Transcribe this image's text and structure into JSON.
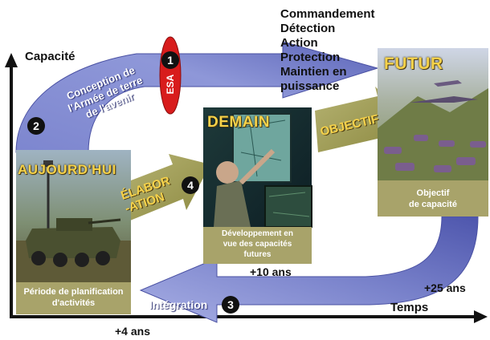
{
  "axes": {
    "y_label": "Capacité",
    "x_label": "Temps"
  },
  "capabilities": [
    "Commandement",
    "Détection",
    "Action",
    "Protection",
    "Maintien en",
    "puissance"
  ],
  "arrow_top": {
    "text_lines": [
      "Conception de",
      "l'Armée de terre",
      "de l'avenir"
    ],
    "number": "2"
  },
  "esa": {
    "text": "ESA",
    "number": "1"
  },
  "today": {
    "title": "AUJOURD'HUI",
    "caption_lines": [
      "Période de planification",
      "d'activités"
    ],
    "time": "+4 ans"
  },
  "elaboration": {
    "text_lines": [
      "ÉLABOR",
      "-ATION"
    ],
    "number": "4"
  },
  "tomorrow": {
    "title": "DEMAIN",
    "caption_lines": [
      "Développement en",
      "vue des capacités",
      "futures"
    ],
    "time": "+10 ans"
  },
  "objective": {
    "text": "OBJECTIF"
  },
  "future": {
    "title": "FUTUR",
    "caption_lines": [
      "Objectif",
      "de capacité"
    ],
    "time": "+25 ans"
  },
  "integration": {
    "text": "Intégration",
    "number": "3"
  },
  "colors": {
    "arrow_blue": "#6f78c6",
    "arrow_olive": "#9d9a4f",
    "caption_bg": "#a8a36a",
    "title_yellow": "#f6d24a",
    "esa_red": "#d81c1c"
  }
}
